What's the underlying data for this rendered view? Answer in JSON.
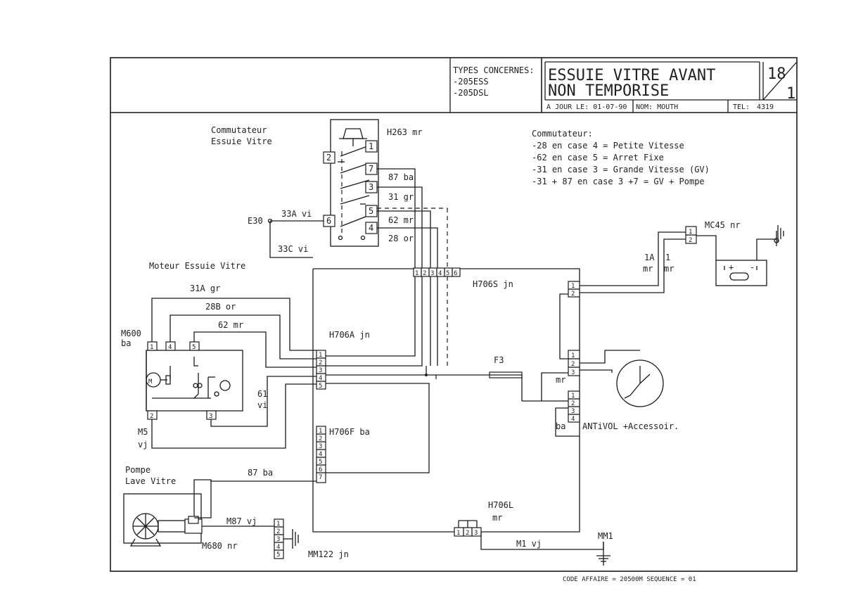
{
  "title_block": {
    "types_label": "TYPES CONCERNES:",
    "types": [
      "-205ESS",
      "-205DSL"
    ],
    "title_line1": "ESSUIE VITRE AVANT",
    "title_line2": "NON TEMPORISE",
    "sheet_top": "18",
    "sheet_bottom": "1",
    "update_label": "A JOUR LE: 01-07-90",
    "name_label": "NOM: MOUTH",
    "tel_label": "TEL:",
    "tel_value": "4319"
  },
  "footer": "CODE AFFAIRE = 20500M SEQUENCE = 01",
  "legend": {
    "heading": "Commutateur:",
    "lines": [
      "-28  en case 4 = Petite Vitesse",
      "-62  en case 5 = Arret Fixe",
      "-31  en case 3 = Grande Vitesse (GV)",
      "-31  + 87  en case 3 +7 = GV + Pompe"
    ]
  },
  "labels": {
    "commutateur_1": "Commutateur",
    "commutateur_2": "Essuie Vitre",
    "h263": "H263 mr",
    "e30": "E30",
    "w33a": "33A vi",
    "w33c": "33C vi",
    "w87ba_sw": "87 ba",
    "w31gr_sw": "31 gr",
    "w62mr_sw": "62 mr",
    "w28or_sw": "28 or",
    "moteur": "Moteur Essuie Vitre",
    "w31a": "31A gr",
    "w28b": "28B or",
    "w62mr": "62 mr",
    "m600": "M600",
    "m600_color": "ba",
    "w61": "61",
    "w61_color": "vi",
    "m5": "M5",
    "m5_color": "vj",
    "h706s": "H706S jn",
    "h706a": "H706A jn",
    "h706f": "H706F ba",
    "h706l": "H706L",
    "h706l_color": "mr",
    "f3": "F3",
    "pompe_1": "Pompe",
    "pompe_2": "Lave Vitre",
    "w87ba": "87 ba",
    "m87": "M87 vj",
    "m680": "M680 nr",
    "mm122": "MM122 jn",
    "m1": "M1 vj",
    "mm1": "MM1",
    "mc45": "MC45 nr",
    "w1a": "1A",
    "w1a_color": "mr",
    "w1": "1",
    "w1_color": "mr",
    "mr_clock": "mr",
    "ba_antivol": "ba",
    "antivol": "ANTiVOL +Accessoir."
  },
  "connector_pins": {
    "h706s": [
      "1",
      "2",
      "3",
      "4",
      "5",
      "6"
    ],
    "h706a": [
      "1",
      "2",
      "3",
      "4",
      "5"
    ],
    "h706f": [
      "1",
      "2",
      "3",
      "4",
      "5",
      "6",
      "7"
    ],
    "h706l": [
      "1",
      "2",
      "3"
    ],
    "mm122": [
      "1",
      "2",
      "3",
      "4",
      "5"
    ],
    "mc45": [
      "1",
      "2"
    ],
    "right_top": [
      "1",
      "2"
    ],
    "right_mid": [
      "1",
      "2",
      "3"
    ],
    "right_low": [
      "1",
      "2",
      "3",
      "4"
    ],
    "switch_left": [
      "2",
      "6"
    ],
    "switch_right": [
      "1",
      "7",
      "3",
      "5",
      "4"
    ],
    "motor_top": [
      "1",
      "4",
      "5"
    ],
    "motor_bottom": [
      "2",
      "3"
    ]
  },
  "battery": {
    "plus": "+",
    "minus": "-"
  }
}
